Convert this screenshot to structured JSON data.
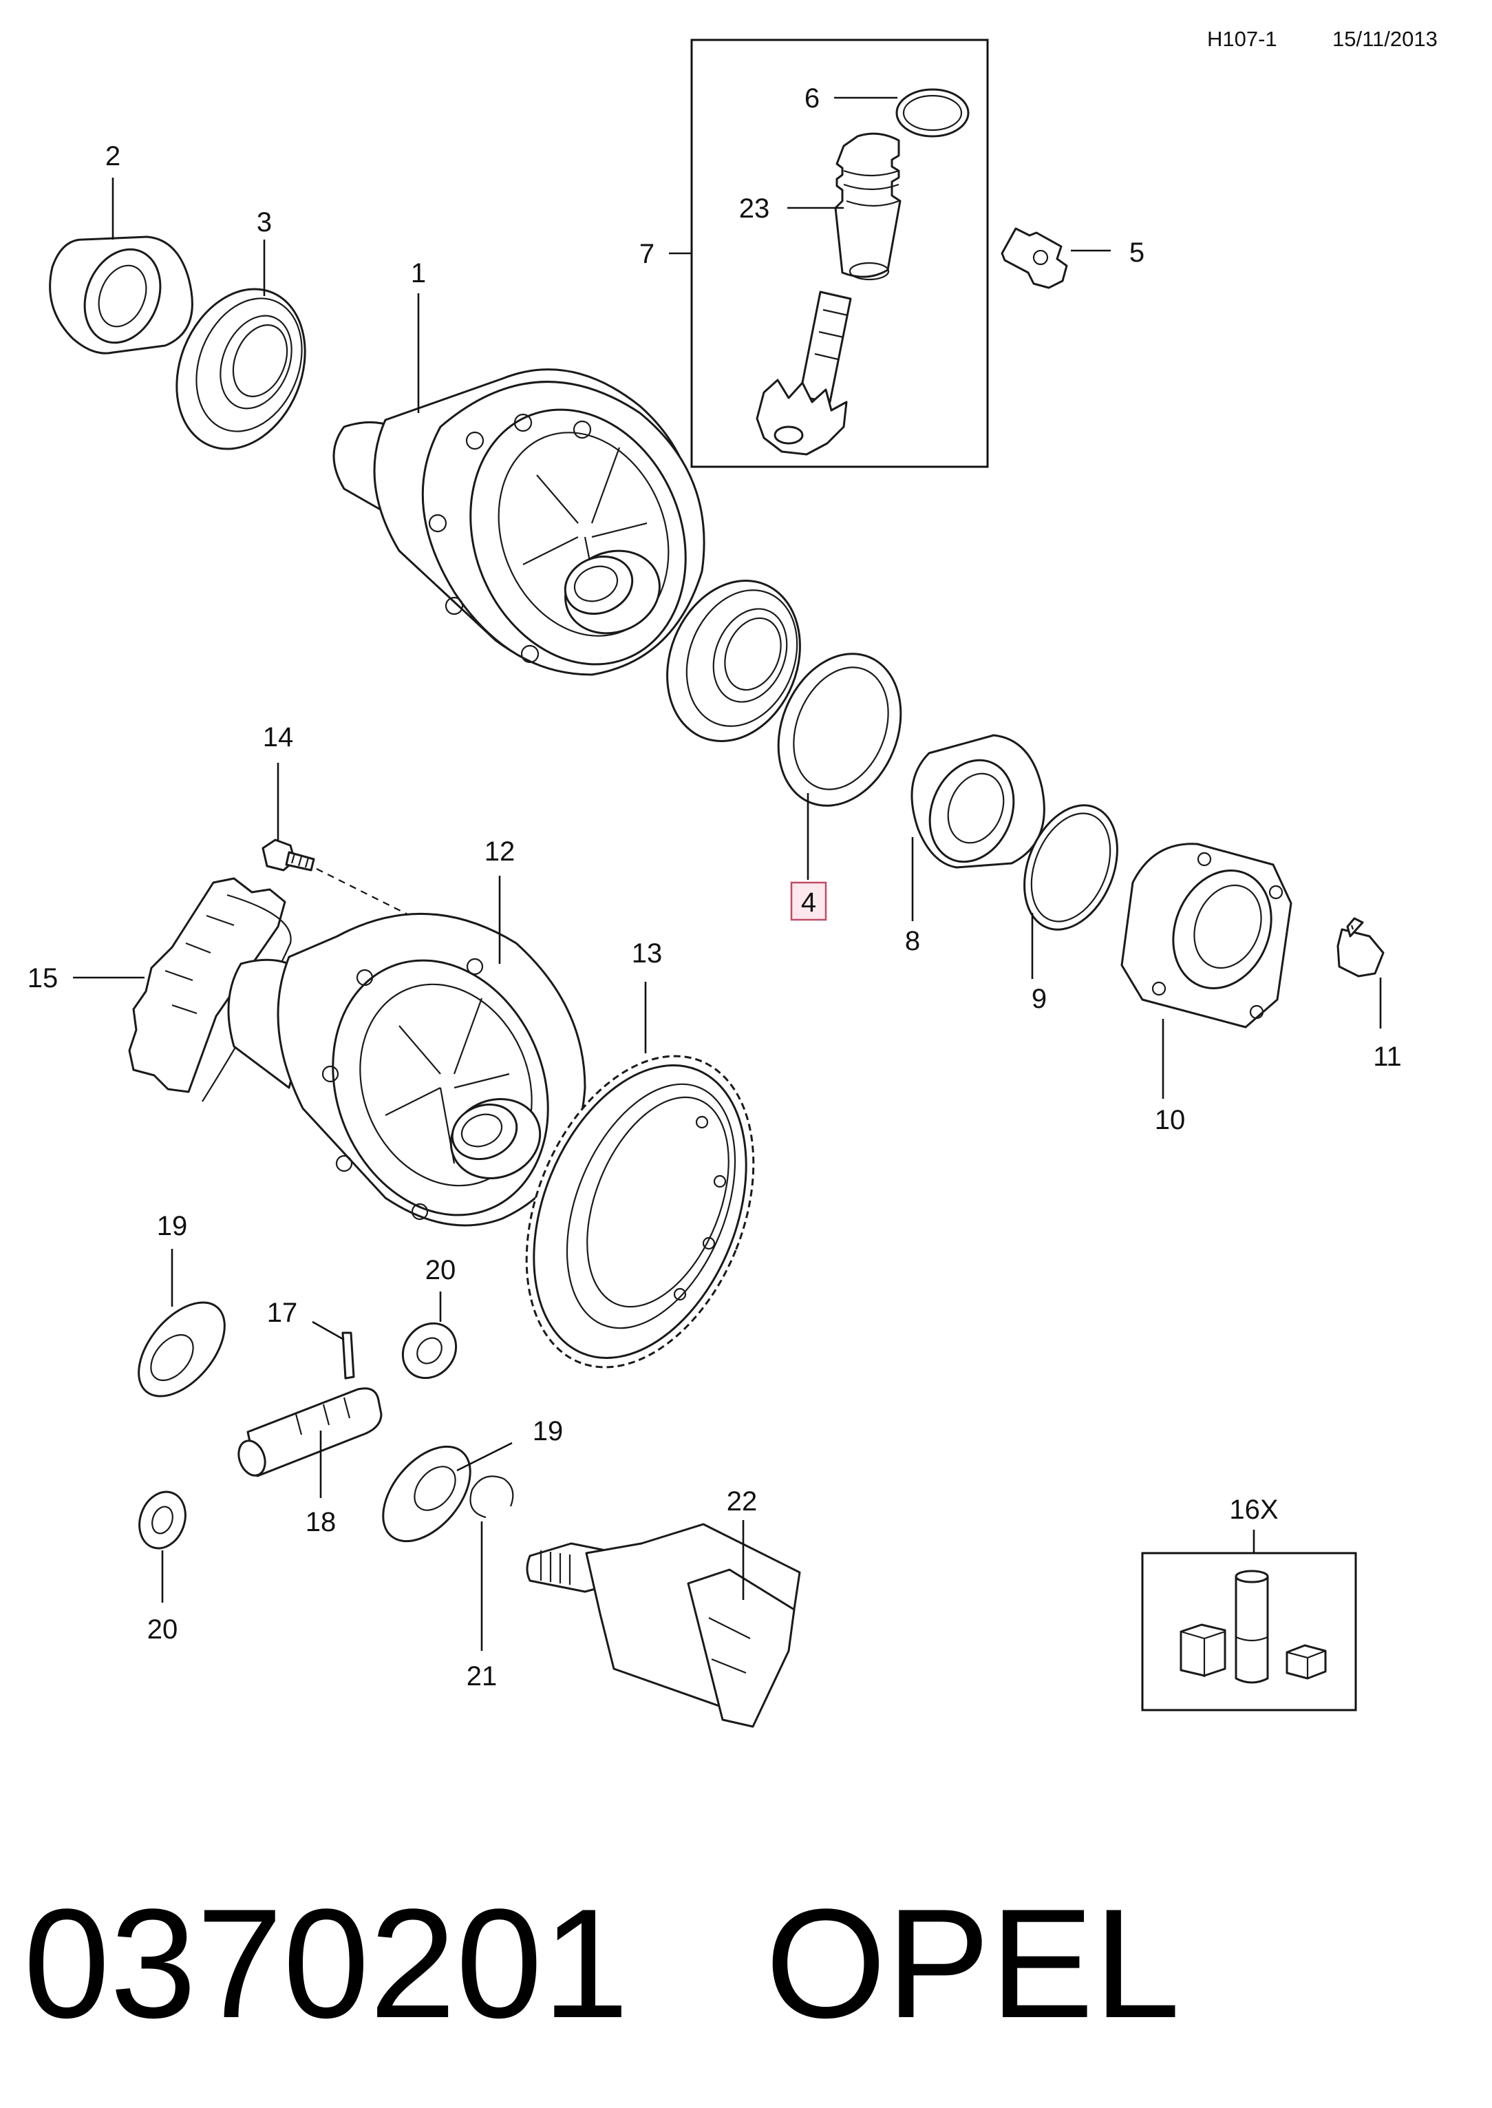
{
  "header": {
    "drawing_code": "H107-1",
    "date": "15/11/2013"
  },
  "callouts": {
    "c1": "1",
    "c2": "2",
    "c3": "3",
    "c4": "4",
    "c5": "5",
    "c6": "6",
    "c7": "7",
    "c8": "8",
    "c9": "9",
    "c10": "10",
    "c11": "11",
    "c12": "12",
    "c13": "13",
    "c14": "14",
    "c15": "15",
    "c16x": "16X",
    "c17": "17",
    "c18": "18",
    "c19a": "19",
    "c19b": "19",
    "c20a": "20",
    "c20b": "20",
    "c21": "21",
    "c22": "22",
    "c23": "23"
  },
  "highlighted_callout": "4",
  "colors": {
    "highlight_fill": "#fde8ee",
    "highlight_stroke": "#c24b64"
  },
  "footer": {
    "part_number": "0370201",
    "brand": "OPEL"
  }
}
